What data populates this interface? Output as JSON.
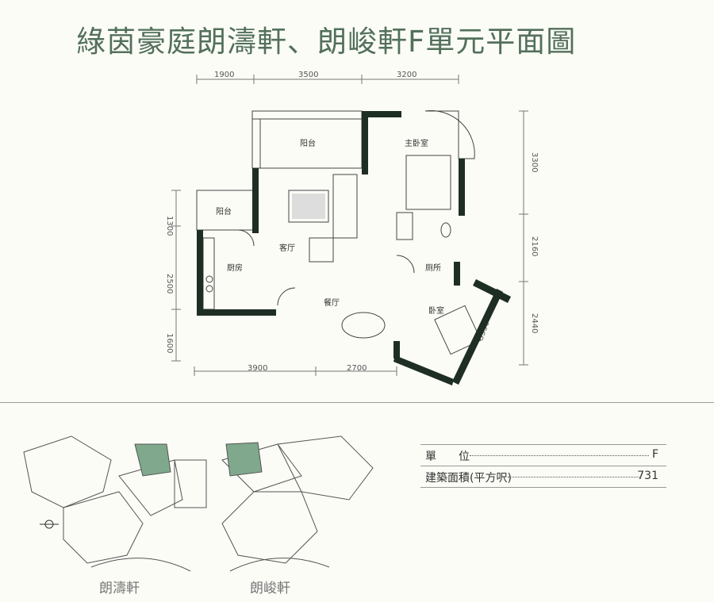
{
  "title": "綠茵豪庭朗濤軒、朗峻軒F單元平面圖",
  "dimensions": {
    "top": [
      "1900",
      "3500",
      "3200"
    ],
    "left": [
      "1300",
      "2500",
      "1600"
    ],
    "right": [
      "3300",
      "2160",
      "2440"
    ],
    "bottom": [
      "3900",
      "2700"
    ],
    "diagonal": "3550"
  },
  "rooms": {
    "balcony_main": "阳台",
    "balcony_side": "阳台",
    "master_bedroom": "主卧室",
    "living_room": "客厅",
    "kitchen": "厨房",
    "bathroom": "厕所",
    "dining_room": "餐厅",
    "bedroom": "卧室"
  },
  "unit_info": {
    "unit_label": "單　　位",
    "unit_value": "F",
    "area_label": "建築面積(平方呎)",
    "area_value": "731"
  },
  "towers": [
    "朗濤軒",
    "朗峻軒"
  ],
  "colors": {
    "title": "#53705b",
    "wall": "#1e2e24",
    "highlight": "#7fa88c"
  }
}
